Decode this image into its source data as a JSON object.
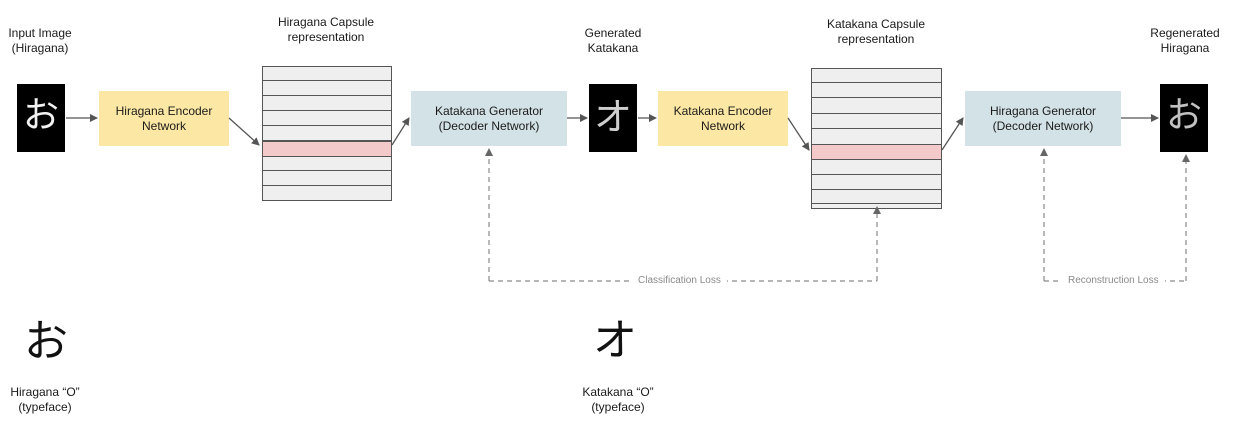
{
  "labels": {
    "input_image": "Input Image\n(Hiragana)",
    "hiragana_capsule": "Hiragana Capsule\nrepresentation",
    "generated_katakana": "Generated\nKatakana",
    "katakana_capsule": "Katakana Capsule\nrepresentation",
    "regenerated_hiragana": "Regenerated\nHiragana",
    "hiragana_typeface": "Hiragana “O”\n(typeface)",
    "katakana_typeface": "Katakana “O”\n(typeface)"
  },
  "boxes": {
    "hiragana_encoder": "Hiragana Encoder\nNetwork",
    "katakana_generator": "Katakana Generator\n(Decoder Network)",
    "katakana_encoder": "Katakana Encoder\nNetwork",
    "hiragana_generator": "Hiragana Generator\n(Decoder Network)"
  },
  "losses": {
    "classification": "Classification Loss",
    "reconstruction": "Reconstruction Loss"
  },
  "glyphs": {
    "input_hiragana": "お",
    "generated_katakana": "オ",
    "regenerated_hiragana": "お",
    "typeface_hiragana": "お",
    "typeface_katakana": "オ"
  },
  "colors": {
    "encoder_fill": "#fce8a4",
    "generator_fill": "#d3e2e6",
    "capsule_fill": "#efefef",
    "capsule_highlight": "#f4c9ca",
    "loss_line": "#8a8a8a",
    "arrow": "#555555"
  }
}
